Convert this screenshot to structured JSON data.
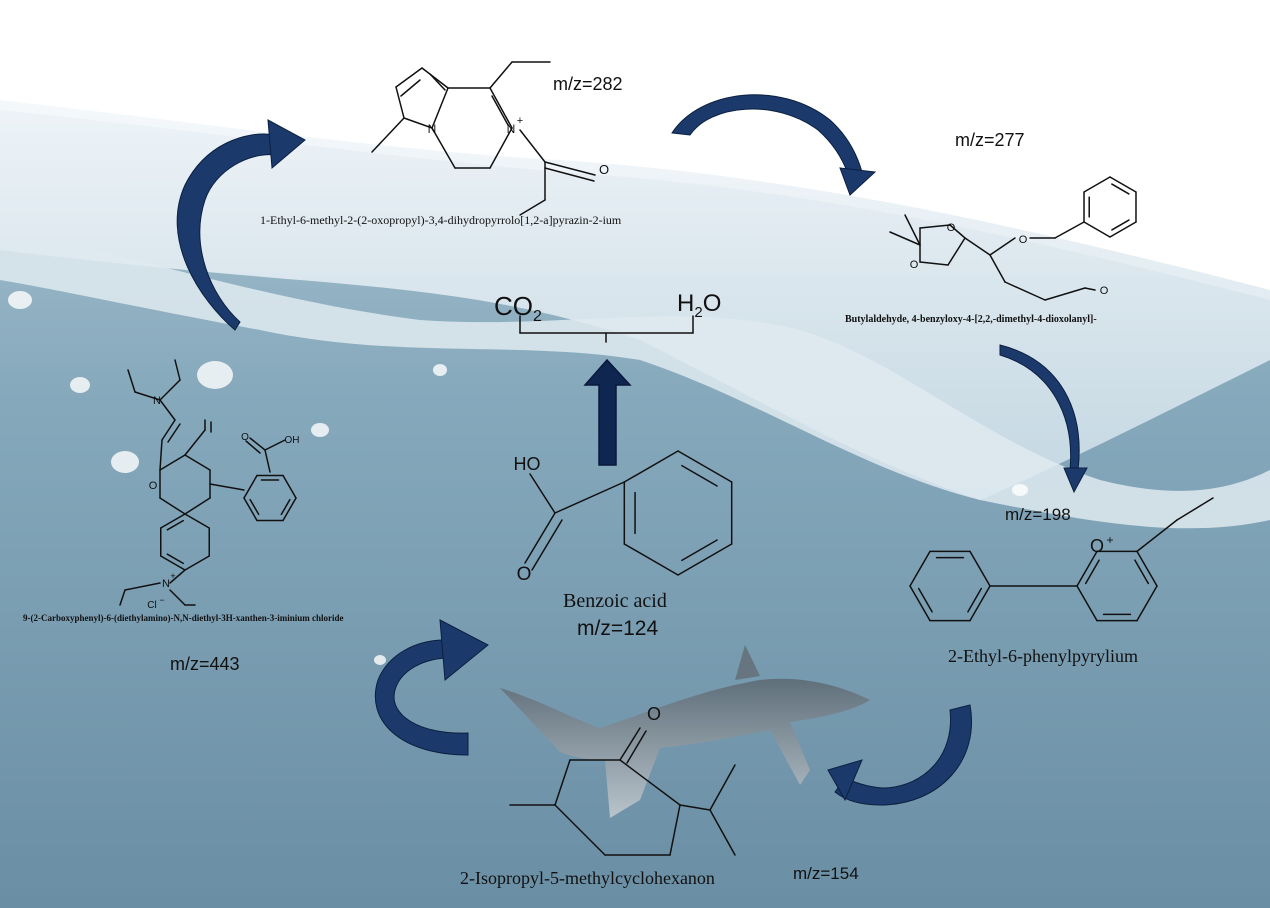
{
  "center": {
    "name": "Benzoic acid",
    "mz": "m/z=124",
    "products": {
      "co2": "CO",
      "co2_sub": "2",
      "h2o_pre": "H",
      "h2o_sub": "2",
      "h2o_post": "O"
    }
  },
  "compounds": [
    {
      "id": "pyrrolopyrazinium",
      "name": "1-Ethyl-6-methyl-2-(2-oxopropyl)-3,4-dihydropyrrolo[1,2-a]pyrazin-2-ium",
      "mz": "m/z=282"
    },
    {
      "id": "butylaldehyde",
      "name": "Butylaldehyde, 4-benzyloxy-4-[2,2,-dimethyl-4-dioxolanyl]-",
      "mz": "m/z=277"
    },
    {
      "id": "phenylpyrylium",
      "name": "2-Ethyl-6-phenylpyrylium",
      "mz": "m/z=198"
    },
    {
      "id": "menthone",
      "name": "2-Isopropyl-5-methylcyclohexanon",
      "mz": "m/z=154"
    },
    {
      "id": "xanthenium",
      "name": "9-(2-Carboxyphenyl)-6-(diethylamino)-N,N-diethyl-3H-xanthen-3-iminium chloride",
      "mz": "m/z=443"
    }
  ],
  "atoms": {
    "N": "N",
    "N_plus": "N",
    "plus": "+",
    "O": "O",
    "O_plus": "O",
    "OH": "OH",
    "HO": "HO",
    "Cl": "Cl",
    "minus": "−"
  },
  "colors": {
    "arrow": "#1b3a6b",
    "arrow_dark": "#0f2650",
    "sky": "#ffffff",
    "sea_top": "#8fb0c2",
    "sea_bottom": "#6f93a8",
    "foam": "#eef4f8",
    "bond": "#111111"
  },
  "icons": {
    "organism": "shark-icon",
    "flow": "curved-arrow-icon",
    "up": "up-arrow-icon"
  }
}
